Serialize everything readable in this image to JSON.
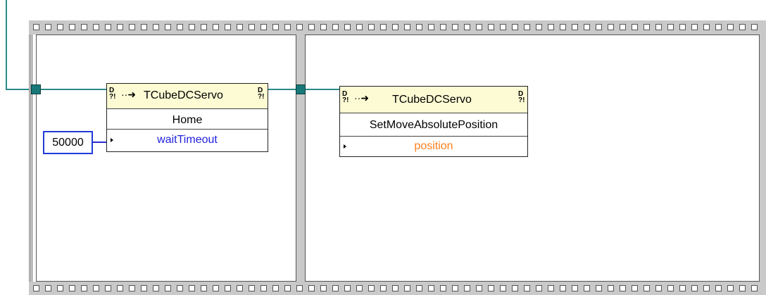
{
  "sequence": {
    "frame1": {
      "node": {
        "class_name": "TCubeDCServo",
        "method": "Home",
        "param": "waitTimeout",
        "param_color": "#2020e0"
      },
      "constant": {
        "value": "50000"
      }
    },
    "frame2": {
      "node": {
        "class_name": "TCubeDCServo",
        "method": "SetMoveAbsolutePosition",
        "param": "position",
        "param_color": "#ff7f1e"
      }
    }
  },
  "colors": {
    "wire": "#2b8a8a",
    "tunnel": "#187878",
    "node_header": "#fdfbd4",
    "constant_border": "#1f3ad9",
    "film": "#c9c9c9"
  },
  "icons": [
    "invoke-node-icon",
    "arrow-icon",
    "sprocket-hole"
  ]
}
